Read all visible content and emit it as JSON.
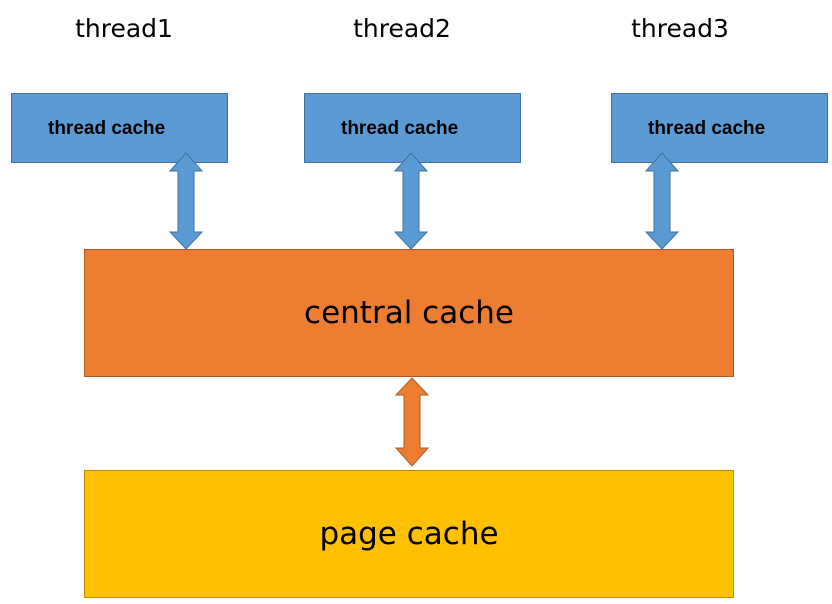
{
  "threads": [
    {
      "label": "thread1",
      "cache_label": "thread cache"
    },
    {
      "label": "thread2",
      "cache_label": "thread cache"
    },
    {
      "label": "thread3",
      "cache_label": "thread cache"
    }
  ],
  "central_cache": {
    "label": "central cache"
  },
  "page_cache": {
    "label": "page cache"
  },
  "colors": {
    "thread_cache": "#5b9bd5",
    "central_cache": "#ed7d31",
    "page_cache": "#ffc000"
  }
}
